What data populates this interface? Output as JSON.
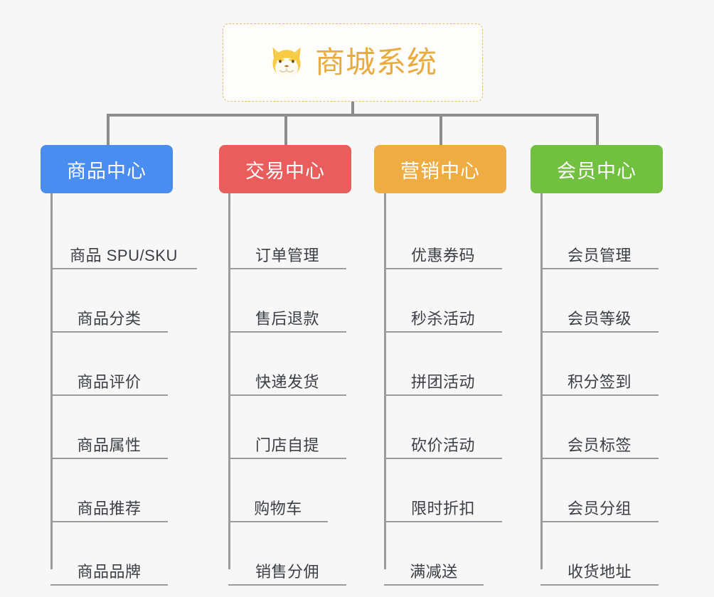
{
  "root": {
    "title": "商城系统",
    "icon": "shiba-dog-icon",
    "title_color": "#e8ab3f",
    "border_color": "#e9b964",
    "background": "#fdfdfc"
  },
  "page": {
    "background": "#f7f7f7",
    "connector_color": "#8d8d8d",
    "leaf_text_color": "#3b3f45"
  },
  "columns": [
    {
      "id": "product-center",
      "header": "商品中心",
      "color": "#4a8df0",
      "items": [
        "商品 SPU/SKU",
        "商品分类",
        "商品评价",
        "商品属性",
        "商品推荐",
        "商品品牌"
      ]
    },
    {
      "id": "trade-center",
      "header": "交易中心",
      "color": "#e95e5c",
      "items": [
        "订单管理",
        "售后退款",
        "快递发货",
        "门店自提",
        "购物车",
        "销售分佣"
      ]
    },
    {
      "id": "marketing-center",
      "header": "营销中心",
      "color": "#eeac43",
      "items": [
        "优惠券码",
        "秒杀活动",
        "拼团活动",
        "砍价活动",
        "限时折扣",
        "满减送"
      ]
    },
    {
      "id": "member-center",
      "header": "会员中心",
      "color": "#72c040",
      "items": [
        "会员管理",
        "会员等级",
        "积分签到",
        "会员标签",
        "会员分组",
        "收货地址"
      ]
    }
  ]
}
